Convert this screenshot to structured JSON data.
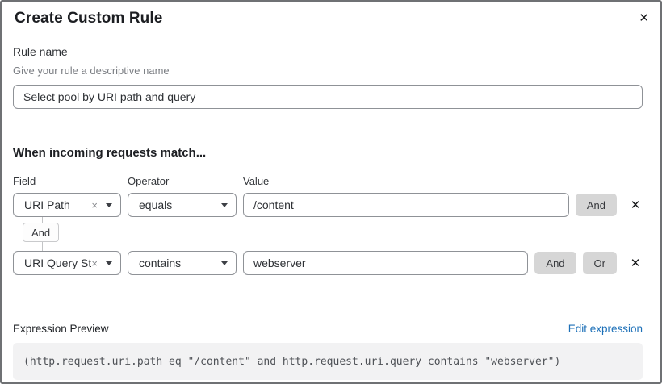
{
  "dialog": {
    "title": "Create Custom Rule",
    "close_icon": "✕"
  },
  "rule_name": {
    "label": "Rule name",
    "hint": "Give your rule a descriptive name",
    "value": "Select pool by URI path and query"
  },
  "match": {
    "heading": "When incoming requests match...",
    "columns": {
      "field": "Field",
      "operator": "Operator",
      "value": "Value"
    },
    "connector_label": "And",
    "rows": [
      {
        "field": "URI Path",
        "operator": "equals",
        "value": "/content",
        "buttons": [
          "And"
        ],
        "remove_icon": "✕",
        "clear_icon": "×"
      },
      {
        "field": "URI Query St...",
        "operator": "contains",
        "value": "webserver",
        "buttons": [
          "And",
          "Or"
        ],
        "remove_icon": "✕",
        "clear_icon": "×"
      }
    ]
  },
  "expression": {
    "label": "Expression Preview",
    "edit_link": "Edit expression",
    "code": "(http.request.uri.path eq \"/content\" and http.request.uri.query contains \"webserver\")"
  },
  "colors": {
    "link_blue": "#1d70b8",
    "button_gray": "#d6d6d6",
    "code_bg": "#f2f2f3",
    "border_gray": "#8f9297"
  }
}
